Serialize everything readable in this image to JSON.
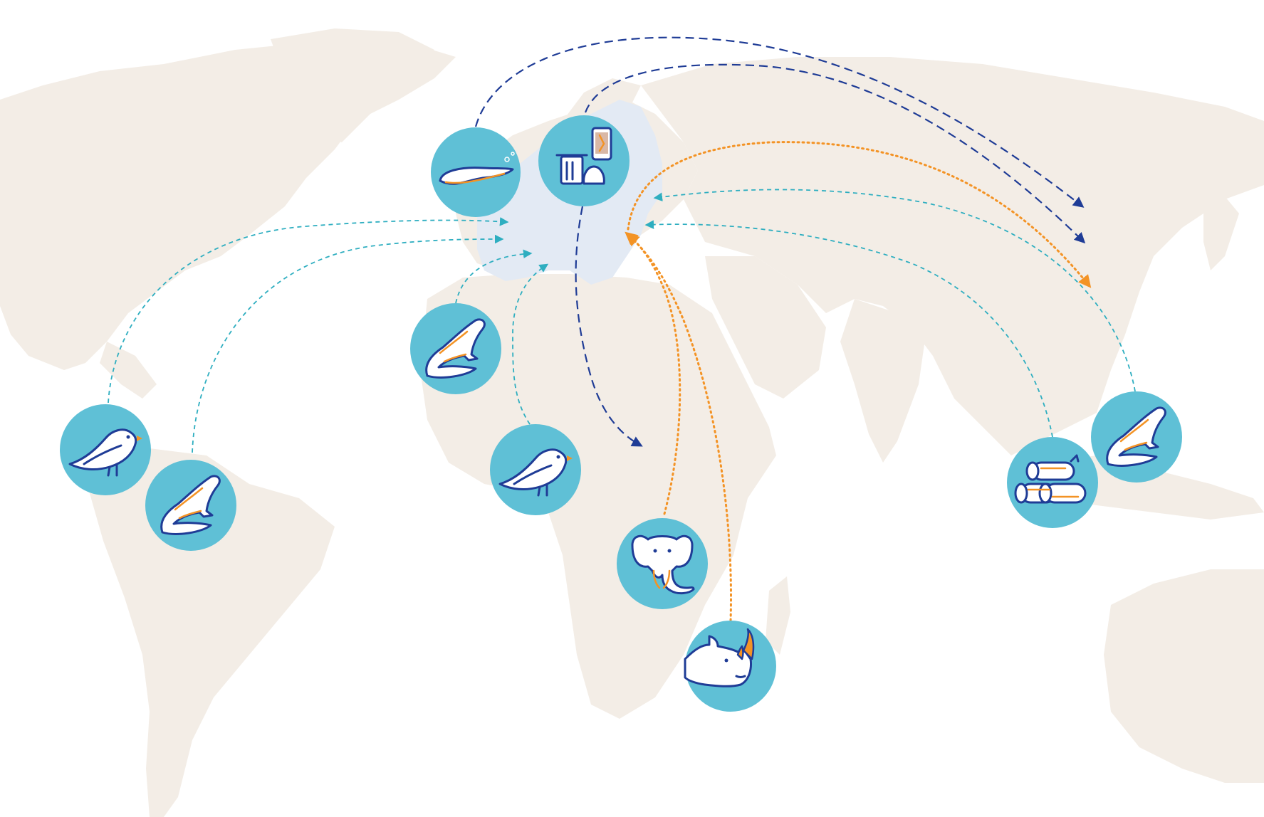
{
  "map": {
    "projection": "world",
    "highlighted_region": "europe",
    "colors": {
      "land": "#f3ede6",
      "highlight": "#e3eaf4",
      "badge": "#5fc0d6",
      "route_dark": "#1f3c96",
      "route_cyan": "#2eaec0",
      "route_orange": "#f39325"
    },
    "badges": [
      {
        "id": "eel",
        "icon": "eel-icon",
        "region": "western-europe"
      },
      {
        "id": "waste",
        "icon": "waste-phone-icon",
        "region": "central-europe"
      },
      {
        "id": "lizard-nafrica",
        "icon": "lizard-icon",
        "region": "north-africa"
      },
      {
        "id": "bird-wafrica",
        "icon": "bird-icon",
        "region": "west-africa"
      },
      {
        "id": "bird-camerica",
        "icon": "bird-icon",
        "region": "central-america"
      },
      {
        "id": "lizard-samerica",
        "icon": "lizard-icon",
        "region": "south-america"
      },
      {
        "id": "elephant",
        "icon": "elephant-icon",
        "region": "central-africa"
      },
      {
        "id": "rhino",
        "icon": "rhino-icon",
        "region": "southern-africa"
      },
      {
        "id": "timber",
        "icon": "timber-logs-icon",
        "region": "southeast-asia"
      },
      {
        "id": "lizard-asia",
        "icon": "lizard-icon",
        "region": "east-asia"
      }
    ],
    "routes": [
      {
        "from": "western-europe",
        "to": "east-asia",
        "style": "dark-dashed"
      },
      {
        "from": "central-europe",
        "to": "east-asia",
        "style": "dark-dashed"
      },
      {
        "from": "central-europe",
        "to": "central-africa",
        "style": "dark-dashed"
      },
      {
        "from": "central-america",
        "to": "europe",
        "style": "cyan-dashed"
      },
      {
        "from": "south-america",
        "to": "europe",
        "style": "cyan-dashed"
      },
      {
        "from": "north-africa",
        "to": "europe",
        "style": "cyan-dashed"
      },
      {
        "from": "west-africa",
        "to": "europe",
        "style": "cyan-dashed"
      },
      {
        "from": "southeast-asia",
        "to": "europe",
        "style": "cyan-dashed"
      },
      {
        "from": "east-asia",
        "to": "europe",
        "style": "cyan-dashed"
      },
      {
        "from": "central-africa",
        "to": "europe",
        "style": "orange-dotted"
      },
      {
        "from": "southern-africa",
        "to": "europe",
        "style": "orange-dotted"
      },
      {
        "from": "europe",
        "to": "east-asia",
        "style": "orange-dotted"
      }
    ]
  }
}
